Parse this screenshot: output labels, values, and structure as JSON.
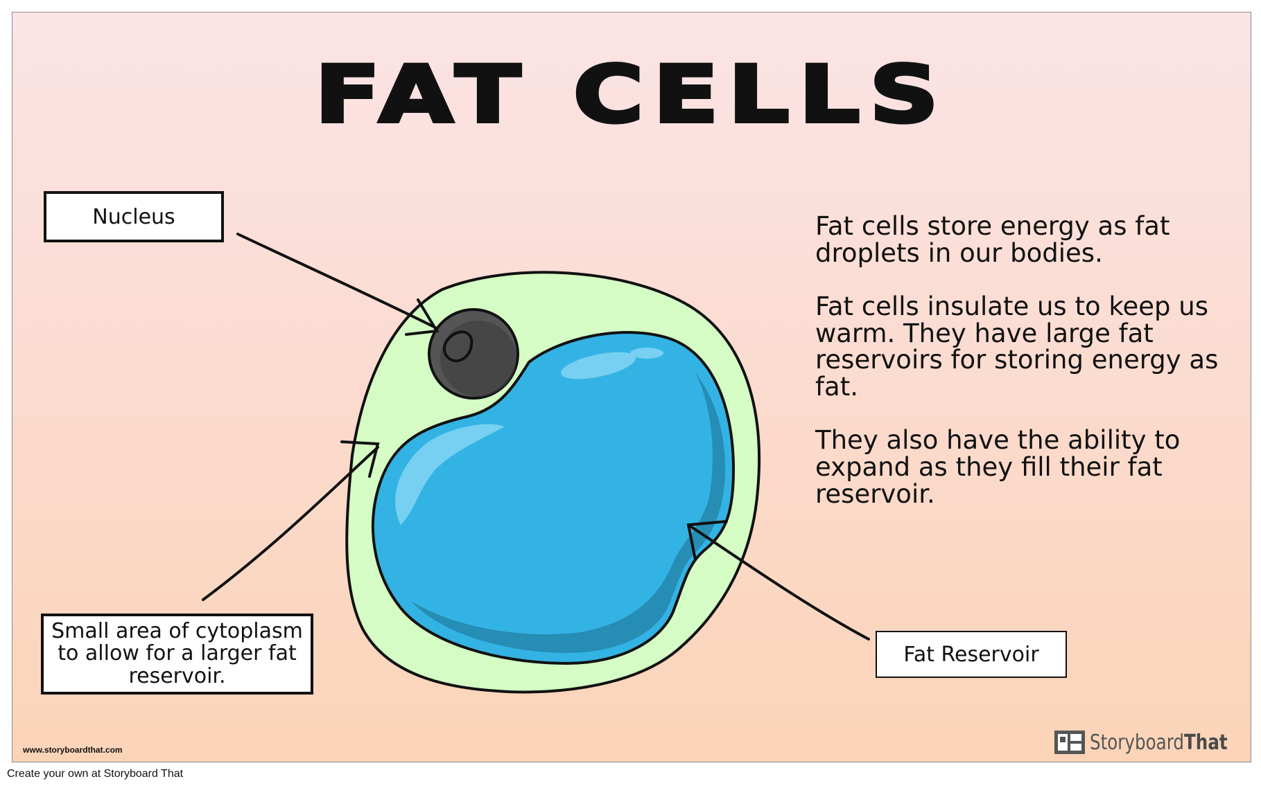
{
  "poster": {
    "title": "FAT CELLS",
    "labels": {
      "nucleus": "Nucleus",
      "cytoplasm": "Small area of cytoplasm to allow for a larger fat reservoir.",
      "fat_reservoir": "Fat Reservoir"
    },
    "description": [
      "Fat cells store energy as fat droplets in our bodies.",
      "Fat cells insulate us to keep us warm. They have large fat reservoirs for storing energy as fat.",
      "They also have the ability to expand as they fill their fat reservoir."
    ],
    "website": "www.storyboardthat.com",
    "brand": {
      "name_part1": "Storyboard",
      "name_part2": "That"
    }
  },
  "footer": {
    "text": "Create your own at Storyboard That"
  },
  "colors": {
    "cytoplasm": "#d4fcc4",
    "fat_reservoir": "#33b3e4",
    "nucleus": "#555555",
    "outline": "#111111"
  }
}
